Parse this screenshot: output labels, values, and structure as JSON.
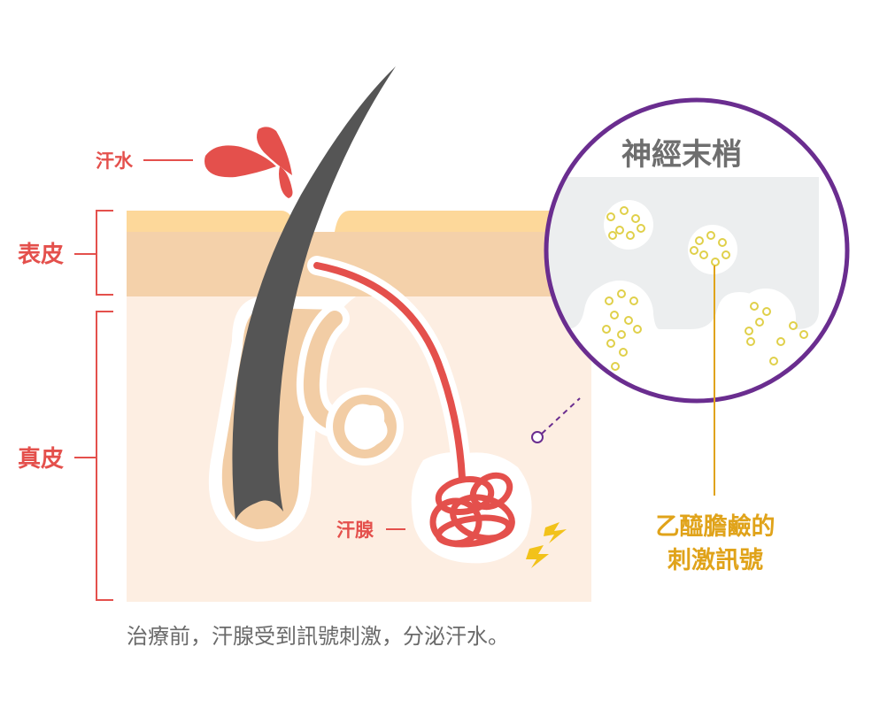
{
  "labels": {
    "sweat": "汗水",
    "epidermis": "表皮",
    "dermis": "真皮",
    "sweat_gland": "汗腺",
    "nerve_ending": "神經末梢",
    "acetylcholine_line1": "乙醯膽鹼的",
    "acetylcholine_line2": "刺激訊號"
  },
  "caption": "治療前，汗腺受到訊號刺激，分泌汗水。",
  "colors": {
    "red": "#e4504c",
    "gold": "#e0a31a",
    "purple": "#6a2d8f",
    "gray_text": "#6e6e6e",
    "hair": "#555555",
    "epidermis_top": "#fdd89a",
    "epidermis": "#f4d1aa",
    "dermis": "#fdeee2",
    "follicle": "#f2cda5",
    "lightning": "#f2c21a"
  },
  "icons": {
    "sweat_drops": "droplet-icon",
    "electric_signal": "lightning-icon"
  }
}
